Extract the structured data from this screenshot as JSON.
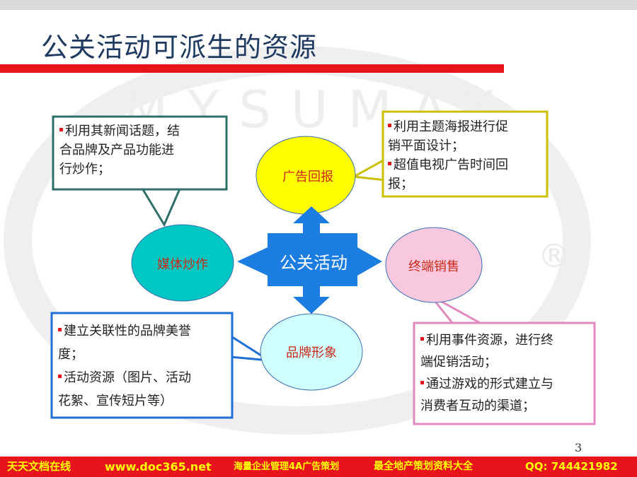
{
  "title": "公关活动可派生的资源",
  "center": {
    "label": "公关活动"
  },
  "nodes": {
    "top": "广告回报",
    "left": "媒体炒作",
    "right": "终端销售",
    "bottom": "品牌形象"
  },
  "callouts": {
    "top_left": {
      "lines": [
        "利用其新闻话题，结",
        "合品牌及产品功能进",
        "行炒作；"
      ]
    },
    "top_right": {
      "lines": [
        "利用主题海报进行促",
        "销平面设计；",
        "超值电视广告时间回",
        "报；"
      ]
    },
    "bottom_left": {
      "lines": [
        "建立关联性的品牌美誉",
        "度；",
        "活动资源（图片、活动",
        "花絮、宣传短片等）"
      ]
    },
    "bottom_right": {
      "lines": [
        "利用事件资源，进行终",
        "端促销活动；",
        "通过游戏的形式建立与",
        "消费者互动的渠道；"
      ]
    }
  },
  "watermark": {
    "text": "MYSUMAY",
    "mark": "®"
  },
  "page_number": "3",
  "footer": {
    "part1": "天天文档在线",
    "part2": "www.doc365.net",
    "part3": "海量企业管理4A广告策划",
    "part4": "最全地产策划资料大全",
    "part5": "QQ: 744421982"
  },
  "colors": {
    "title": "#1f3a60",
    "rule": "#e8141b",
    "arrow": "#1b7de0",
    "top_node": "#ffff00",
    "left_node": "#00c7c2",
    "right_node": "#f8c9de",
    "bottom_node": "#cfffff",
    "callout_top_left": "#2f6f6a",
    "callout_top_right": "#c8c000",
    "callout_bottom_left": "#1f6fd6",
    "callout_bottom_right": "#e08ac0",
    "footer_bg": "#e8141b",
    "footer_text": "#ffff00"
  }
}
